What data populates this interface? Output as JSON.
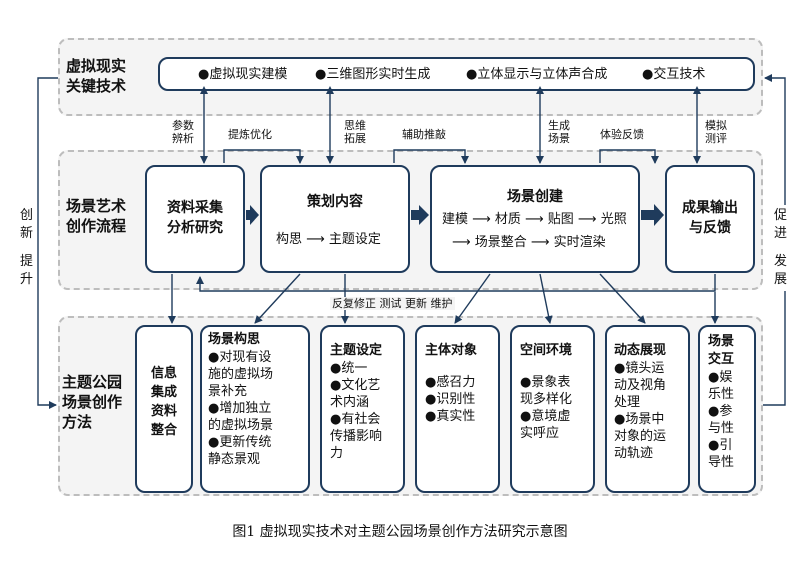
{
  "top": {
    "label_l1": "虚拟现实",
    "label_l2": "关键技术",
    "items": [
      "●虚拟现实建模",
      "●三维图形实时生成",
      "●立体显示与立体声合成",
      "●交互技术"
    ]
  },
  "middle": {
    "label_l1": "场景艺术",
    "label_l2": "创作流程",
    "collect_l1": "资料采集",
    "collect_l2": "分析研究",
    "plan_title": "策划内容",
    "plan_sub": "构思 ⟶ 主题设定",
    "build_title": "场景创建",
    "build_l1": "建模 ⟶ 材质 ⟶ 贴图 ⟶ 光照",
    "build_l2": "⟶ 场景整合 ⟶ 实时渲染",
    "output_l1": "成果输出",
    "output_l2": "与反馈"
  },
  "connectors": {
    "param_l1": "参数",
    "param_l2": "辨析",
    "refine": "提炼优化",
    "think_l1": "思维",
    "think_l2": "拓展",
    "assist": "辅助推敲",
    "generate_l1": "生成",
    "generate_l2": "场景",
    "experience": "体验反馈",
    "simulate_l1": "模拟",
    "simulate_l2": "测评",
    "feedback": "反复修正  测试  更新  维护"
  },
  "side": {
    "left": [
      "创",
      "新",
      "提",
      "升"
    ],
    "right": [
      "促",
      "进",
      "发",
      "展"
    ]
  },
  "bottom": {
    "label_l1": "主题公园",
    "label_l2": "场景创作",
    "label_l3": "方法",
    "info": [
      "信息",
      "集成",
      "资料",
      "整合"
    ],
    "concept_title": "场景构思",
    "concept_lines": [
      "●对现有设",
      "施的虚拟场",
      "景补充",
      "●增加独立",
      "的虚拟场景",
      "●更新传统",
      "静态景观"
    ],
    "theme_title": "主题设定",
    "theme_lines": [
      "●统一",
      "●文化艺",
      "术内涵",
      "●有社会",
      "传播影响",
      "力"
    ],
    "subject_title": "主体对象",
    "subject_lines": [
      "●感召力",
      "●识别性",
      "●真实性"
    ],
    "space_title": "空间环境",
    "space_lines": [
      "●景象表",
      "现多样化",
      "●意境虚",
      "实呼应"
    ],
    "dynamic_title": "动态展现",
    "dynamic_lines": [
      "●镜头运",
      "动及视角",
      "处理",
      "●场景中",
      "对象的运",
      "动轨迹"
    ],
    "interact_title": [
      "场景",
      "交互"
    ],
    "interact_lines": [
      "●娱",
      "乐性",
      "●参",
      "与性",
      "●引",
      "导性"
    ]
  },
  "caption": "图1 虚拟现实技术对主题公园场景创作方法研究示意图",
  "colors": {
    "border": "#1f3b5c",
    "band_fill": "#f4f4f4",
    "band_dash": "#bdbdbd",
    "arrow": "#1f3b5c"
  }
}
